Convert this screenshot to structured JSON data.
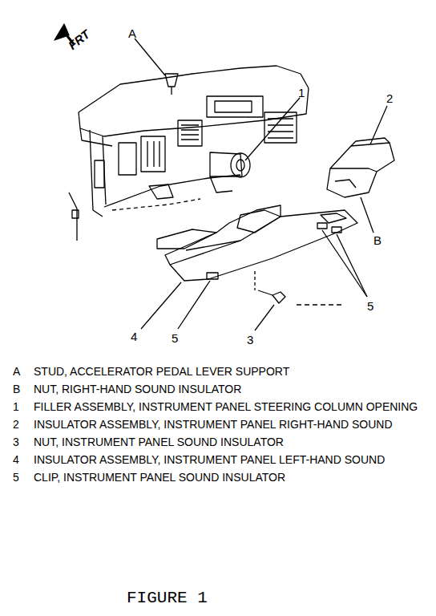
{
  "diagram": {
    "caption": "FIGURE 1",
    "labels": [
      "FRT",
      "A",
      "1",
      "2",
      "B",
      "4",
      "5",
      "3",
      "5",
      "A",
      "STUD, ACCELERATOR PEDAL LEVER SUPPORT",
      "B",
      "NUT, RIGHT-HAND SOUND INSULATOR",
      "1",
      "FILLER ASSEMBLY, INSTRUMENT PANEL STEERING COLUMN OPENING",
      "2",
      "INSULATOR ASSEMBLY, INSTRUMENT PANEL RIGHT-HAND SOUND",
      "3",
      "NUT, INSTRUMENT PANEL SOUND INSULATOR",
      "4",
      "INSULATOR ASSEMBLY, INSTRUMENT PANEL LEFT-HAND SOUND",
      "5",
      "CLIP, INSTRUMENT PANEL SOUND INSULATOR"
    ]
  }
}
